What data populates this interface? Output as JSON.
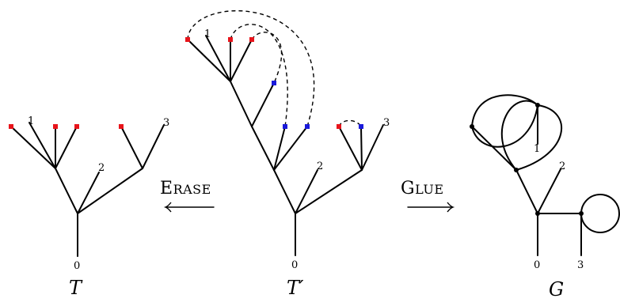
{
  "panels": {
    "left": {
      "title": "T",
      "labels": [
        "1",
        "2",
        "3",
        "0"
      ]
    },
    "middle": {
      "title": "T′",
      "labels": [
        "1",
        "2",
        "3",
        "0"
      ]
    },
    "right": {
      "title": "G",
      "labels": [
        "1",
        "2",
        "3",
        "0"
      ]
    }
  },
  "operations": {
    "erase": {
      "label": "Erase",
      "arrow": "⟵"
    },
    "glue": {
      "label": "Glue",
      "arrow": "⟶"
    }
  },
  "colors": {
    "red": "#e8141b",
    "blue": "#1a1adb",
    "black": "#000000"
  }
}
